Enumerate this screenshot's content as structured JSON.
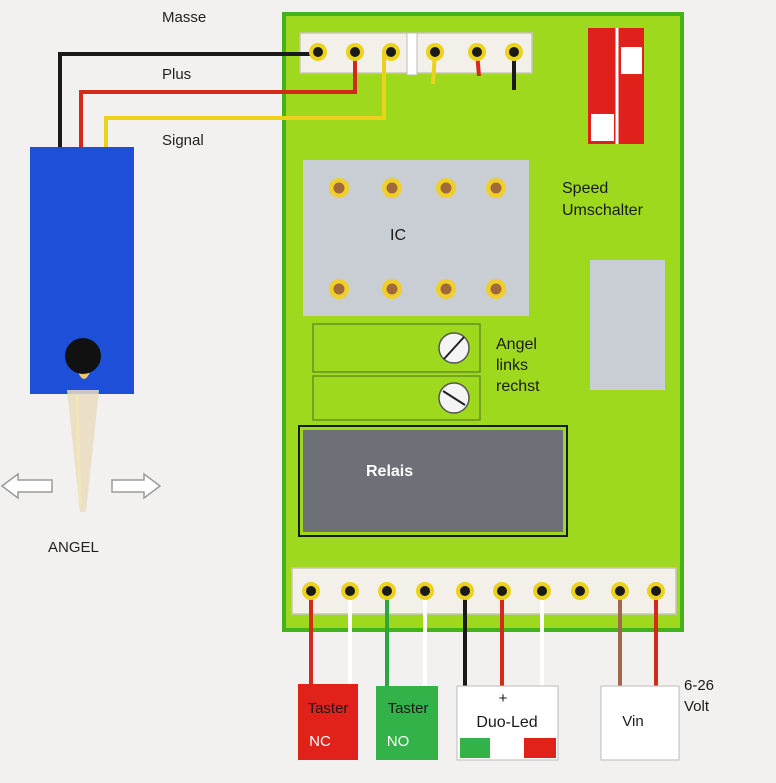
{
  "wire_labels": {
    "ground": "Masse",
    "plus": "Plus",
    "signal": "Signal"
  },
  "sensor": {
    "label": "ANGEL"
  },
  "board": {
    "ic_label": "IC",
    "speed_switch_label": [
      "Speed",
      "Umschalter"
    ],
    "trimmer_label": [
      "Angel",
      "links",
      "rechst"
    ],
    "relay_label": "Relais"
  },
  "connectors": {
    "taster_nc": [
      "Taster",
      "NC"
    ],
    "taster_no": [
      "Taster",
      "NO"
    ],
    "duo_led": [
      "+",
      "Duo-Led"
    ],
    "vin": "Vin",
    "voltage": [
      "6-26",
      "Volt"
    ]
  },
  "colors": {
    "board": "#9ed91e",
    "board_border": "#44b21a",
    "sensor_body": "#1d4fd8",
    "wire_black": "#1a1a1a",
    "wire_red": "#d42a1a",
    "wire_yellow": "#ecd21a",
    "wire_green": "#2aa83a",
    "wire_brown": "#a0694e",
    "relay": "#6d7076",
    "ic": "#c9ced4",
    "switch_red": "#e0201a",
    "box_red": "#e0221a",
    "box_green": "#33b24a"
  },
  "icons": [
    "arrow-left-icon",
    "arrow-right-icon",
    "trimmer-icon"
  ]
}
